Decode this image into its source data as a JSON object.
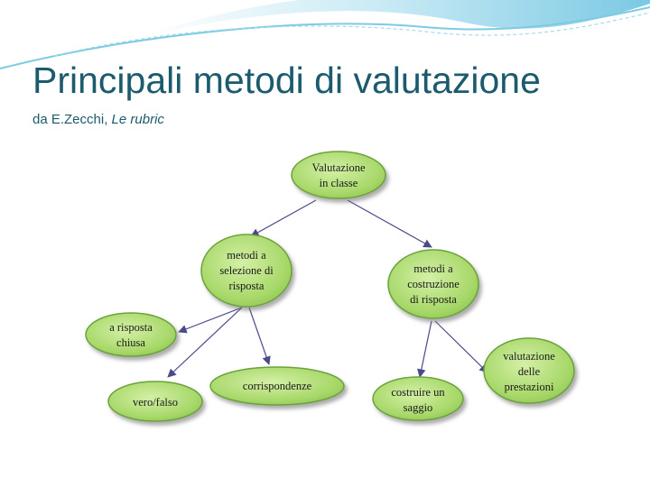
{
  "slide": {
    "title": "Principali metodi di valutazione",
    "subtitle_prefix": "da E.Zecchi, ",
    "subtitle_work": "Le rubric"
  },
  "diagram": {
    "nodes": {
      "root": [
        "Valutazione",
        "in classe"
      ],
      "selezione": [
        "metodi a",
        "selezione di",
        "risposta"
      ],
      "costruzione": [
        "metodi a",
        "costruzione",
        "di risposta"
      ],
      "chiusa": [
        "a risposta",
        "chiusa"
      ],
      "vero_falso": [
        "vero/falso"
      ],
      "corrispondenze": [
        "corrispondenze"
      ],
      "saggio": [
        "costruire un",
        "saggio"
      ],
      "prestazioni": [
        "valutazione",
        "delle",
        "prestazioni"
      ]
    }
  },
  "colors": {
    "node_fill": "#a8d86a",
    "node_stroke": "#6aa33a",
    "arrow": "#4a4a8a",
    "title": "#1c5a6e"
  }
}
